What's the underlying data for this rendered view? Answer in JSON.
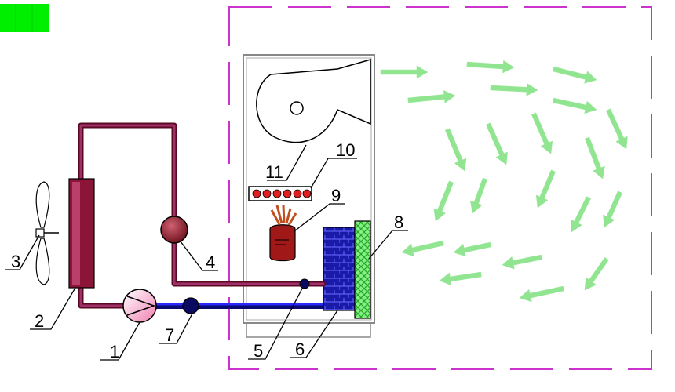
{
  "labels": {
    "l1": "1",
    "l2": "2",
    "l3": "3",
    "l4": "4",
    "l5": "5",
    "l6": "6",
    "l7": "7",
    "l8": "8",
    "l9": "9",
    "l10": "10",
    "l11": "11"
  },
  "colors": {
    "room_border": "#cc33cc",
    "hot_pipe": "#8a1538",
    "cold_pipe": "#1010d0",
    "evaporator": "#1a1aa8",
    "filter": "#33cc33",
    "airflow": "#66dd66",
    "indicator": "#00ee00",
    "heater_dot": "#e02020",
    "compressor_fill": "#f4a0c0",
    "sensor": "#8b1c2a"
  },
  "icons": {
    "fan": "fan-blower-icon",
    "propeller": "propeller-fan-icon",
    "arrow": "airflow-arrow-icon"
  }
}
